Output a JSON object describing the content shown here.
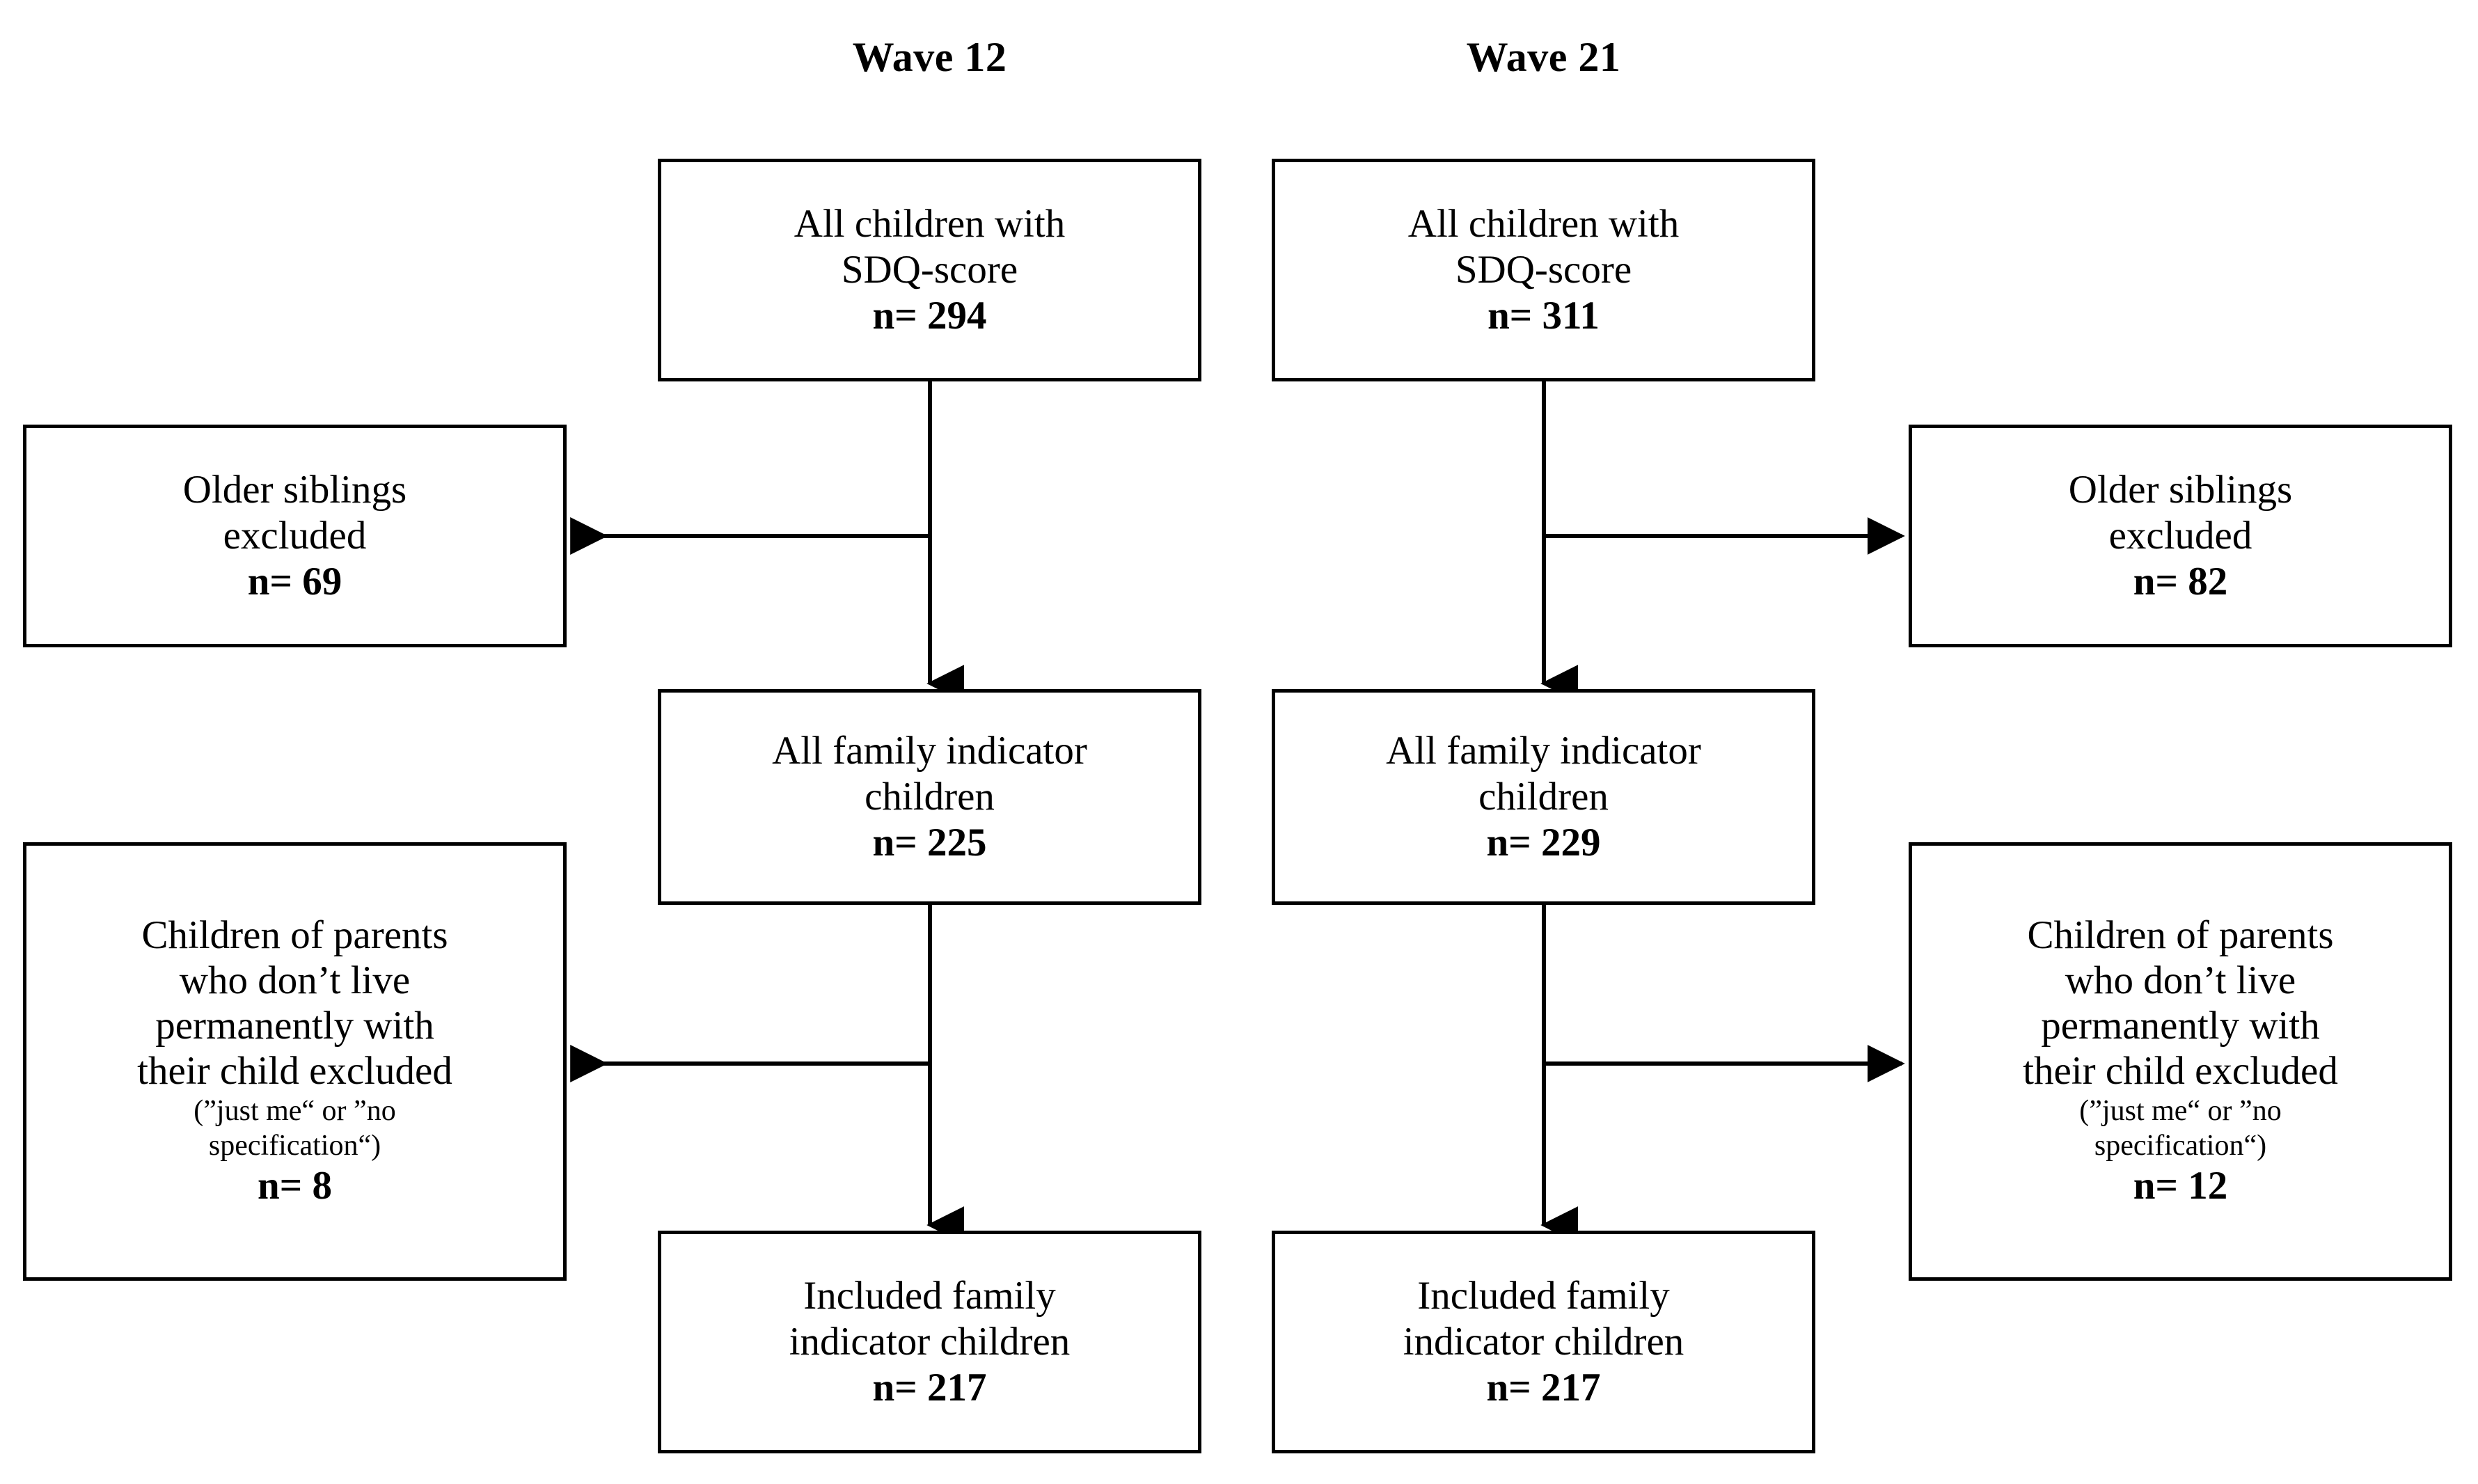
{
  "figure": {
    "type": "participant-flow-diagram",
    "columns": [
      {
        "id": "wave12",
        "title": "Wave 12"
      },
      {
        "id": "wave21",
        "title": "Wave 21"
      }
    ]
  },
  "wave12": {
    "title": "Wave 12",
    "source": {
      "line1": "All children with",
      "line2": "SDQ-score",
      "count": "n= 294"
    },
    "siblings_excluded": {
      "line1": "Older siblings",
      "line2": "excluded",
      "count": "n= 69"
    },
    "family_indicator": {
      "line1": "All family indicator",
      "line2": "children",
      "count": "n= 225"
    },
    "parents_excluded": {
      "line1": "Children of parents",
      "line2": "who don’t live",
      "line3": "permanently with",
      "line4": "their child excluded",
      "note1": "(”just me“ or ”no",
      "note2": "specification“)",
      "count": "n= 8"
    },
    "included": {
      "line1": "Included family",
      "line2": "indicator children",
      "count": "n= 217"
    }
  },
  "wave21": {
    "title": "Wave 21",
    "source": {
      "line1": "All children with",
      "line2": "SDQ-score",
      "count": "n= 311"
    },
    "siblings_excluded": {
      "line1": "Older siblings",
      "line2": "excluded",
      "count": "n= 82"
    },
    "family_indicator": {
      "line1": "All family indicator",
      "line2": "children",
      "count": "n= 229"
    },
    "parents_excluded": {
      "line1": "Children of parents",
      "line2": "who don’t live",
      "line3": "permanently with",
      "line4": "their child excluded",
      "note1": "(”just me“ or ”no",
      "note2": "specification“)",
      "count": "n= 12"
    },
    "included": {
      "line1": "Included family",
      "line2": "indicator children",
      "count": "n= 217"
    }
  },
  "style": {
    "stroke": "#000000",
    "fill": "#ffffff"
  },
  "chart_data": {
    "type": "table",
    "title": "Participant flow: Wave 12 and Wave 21",
    "categories": [
      "Wave 12",
      "Wave 21"
    ],
    "series": [
      {
        "name": "All children with SDQ-score",
        "values": [
          294,
          311
        ]
      },
      {
        "name": "Older siblings excluded",
        "values": [
          69,
          82
        ]
      },
      {
        "name": "All family indicator children",
        "values": [
          225,
          229
        ]
      },
      {
        "name": "Children of parents who don’t live permanently with their child excluded",
        "values": [
          8,
          12
        ]
      },
      {
        "name": "Included family indicator children",
        "values": [
          217,
          217
        ]
      }
    ]
  }
}
